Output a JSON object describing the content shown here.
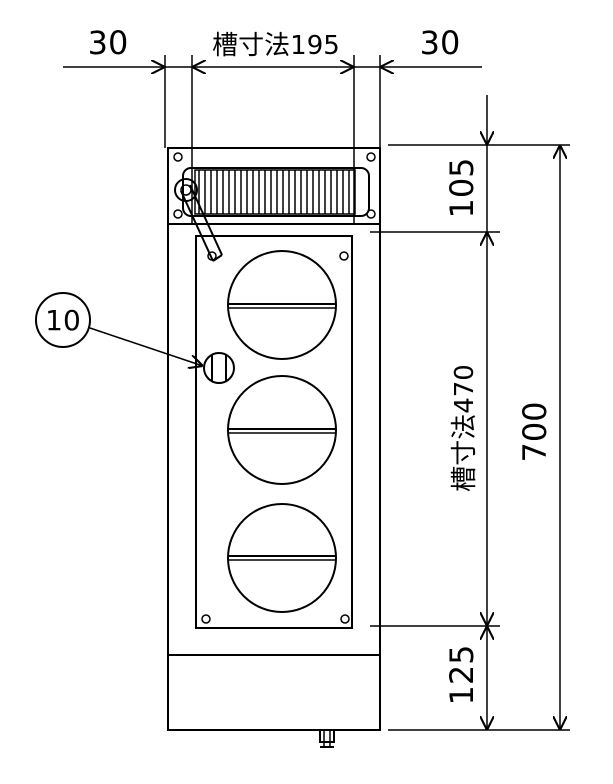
{
  "dimensions": {
    "left_margin": "30",
    "tank_width": "槽寸法195",
    "right_margin": "30",
    "top_section": "105",
    "tank_depth": "槽寸法470",
    "bottom_section": "125",
    "overall_depth": "700"
  },
  "callouts": {
    "part_10": "10"
  }
}
